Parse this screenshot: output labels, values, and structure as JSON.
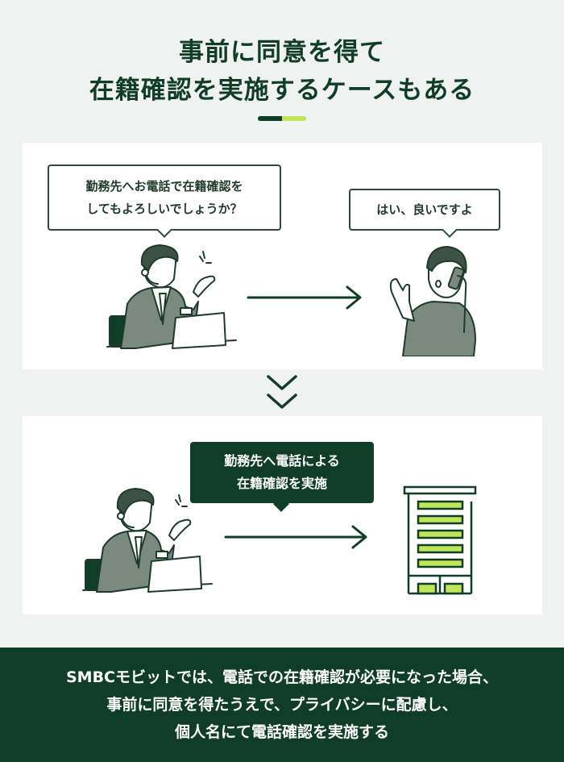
{
  "header": {
    "title_line1": "事前に同意を得て",
    "title_line2": "在籍確認を実施するケースもある",
    "accent_colors": {
      "dark": "#0f3d26",
      "light": "#c0e558"
    }
  },
  "scene1": {
    "operator_bubble": {
      "line1": "勤務先へお電話で在籍確認を",
      "line2": "してもよろしいでしょうか？"
    },
    "customer_bubble": {
      "line1": "はい、良いですよ"
    },
    "operator_icon": "operator-headset-illustration",
    "customer_icon": "person-on-phone-illustration",
    "arrow_icon": "arrow-right-icon"
  },
  "transition_icon": "double-chevron-down-icon",
  "scene2": {
    "bubble": {
      "line1": "勤務先へ電話による",
      "line2": "在籍確認を実施"
    },
    "operator_icon": "operator-headset-illustration",
    "building_icon": "office-building-icon",
    "arrow_icon": "arrow-right-icon"
  },
  "footer": {
    "line1": "SMBCモビットでは、電話での在籍確認が必要になった場合、",
    "line2": "事前に同意を得たうえで、プライバシーに配慮し、",
    "line3": "個人名にて電話確認を実施する"
  },
  "colors": {
    "background": "#f0f2f1",
    "panel": "#ffffff",
    "primary_dark_green": "#0f3d26",
    "accent_lime": "#c0e558",
    "illustration_gray_green": "#7b8a7e"
  }
}
